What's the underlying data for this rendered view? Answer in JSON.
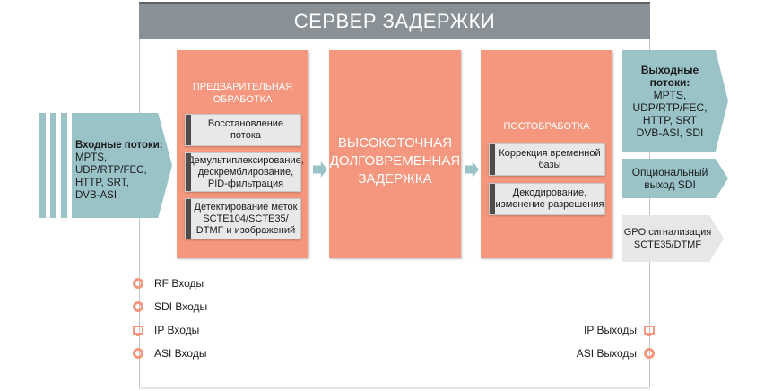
{
  "title": "СЕРВЕР ЗАДЕРЖКИ",
  "input": {
    "heading": "Входные потоки:",
    "lines": [
      "MPTS,",
      "UDP/RTP/FEC,",
      "HTTP, SRT,",
      "DVB-ASI"
    ]
  },
  "preprocessing": {
    "heading_line1": "ПРЕДВАРИТЕЛЬНАЯ",
    "heading_line2": "ОБРАБОТКА",
    "items": [
      [
        "Восстановление",
        "потока"
      ],
      [
        "Демультиплексирование,",
        "дескремблирование,",
        "PID-фильтрация"
      ],
      [
        "Детектирование меток",
        "SCTE104/SCTE35/",
        "DTMF и изображений"
      ]
    ]
  },
  "core": {
    "lines": [
      "ВЫСОКОТОЧНАЯ",
      "ДОЛГОВРЕМЕННАЯ",
      "ЗАДЕРЖКА"
    ]
  },
  "postprocessing": {
    "heading": "ПОСТОБРАБОТКА",
    "items": [
      [
        "Коррекция временной",
        "базы"
      ],
      [
        "Декодирование,",
        "изменение разрешения"
      ]
    ]
  },
  "outputs": {
    "main_heading": [
      "Выходные",
      "потоки:"
    ],
    "main_lines": [
      "MPTS,",
      "UDP/RTP/FEC,",
      "HTTP, SRT",
      "DVB-ASI, SDI"
    ],
    "sdi": [
      "Опциональный",
      "выход SDI"
    ],
    "gpo": [
      "GPO сигнализация",
      "SCTE35/DTMF"
    ]
  },
  "ports_in": [
    {
      "label": "RF Входы",
      "icon": "ring-connector-icon"
    },
    {
      "label": "SDI Входы",
      "icon": "ring-connector-icon"
    },
    {
      "label": "IP Входы",
      "icon": "monitor-port-icon"
    },
    {
      "label": "ASI Входы",
      "icon": "ring-connector-icon"
    }
  ],
  "ports_out": [
    {
      "label": "IP Выходы",
      "icon": "monitor-port-icon"
    },
    {
      "label": "ASI Выходы",
      "icon": "ring-connector-icon"
    }
  ],
  "colors": {
    "accent_salmon": "#f4977e",
    "teal": "#9ac3c8",
    "title_bar": "#8a9196",
    "sub_box": "#e8e8e8",
    "gpo_box": "#e7e7e7"
  }
}
